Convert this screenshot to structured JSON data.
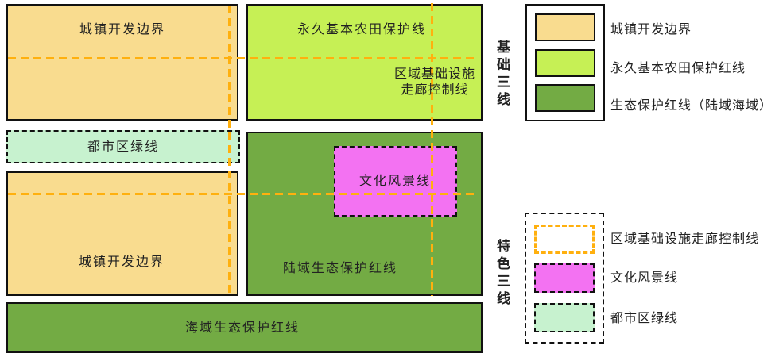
{
  "colors": {
    "urban_yellow": "#F9DC8F",
    "farmland_green": "#C6F055",
    "eco_green": "#73AB44",
    "metro_mint": "#C7F2CF",
    "culture_magenta": "#F372F2",
    "corridor_orange": "#FFB00E",
    "border_black": "#111111"
  },
  "diagram": {
    "urban_top_label": "城镇开发边界",
    "farmland_label": "永久基本农田保护线",
    "corridor_label_line1": "区域基础设施",
    "corridor_label_line2": "走廊控制线",
    "metro_greenline_label": "都市区绿线",
    "urban_bottom_label": "城镇开发边界",
    "culture_label": "文化风景线",
    "land_eco_label": "陆域生态保护红线",
    "sea_eco_label": "海域生态保护红线"
  },
  "legend_basic": {
    "title": "基础三线",
    "items": [
      {
        "label": "城镇开发边界"
      },
      {
        "label": "永久基本农田保护红线"
      },
      {
        "label": "生态保护红线（陆域海域）"
      }
    ]
  },
  "legend_special": {
    "title": "特色三线",
    "items": [
      {
        "label": "区域基础设施走廊控制线"
      },
      {
        "label": "文化风景线"
      },
      {
        "label": "都市区绿线"
      }
    ]
  }
}
